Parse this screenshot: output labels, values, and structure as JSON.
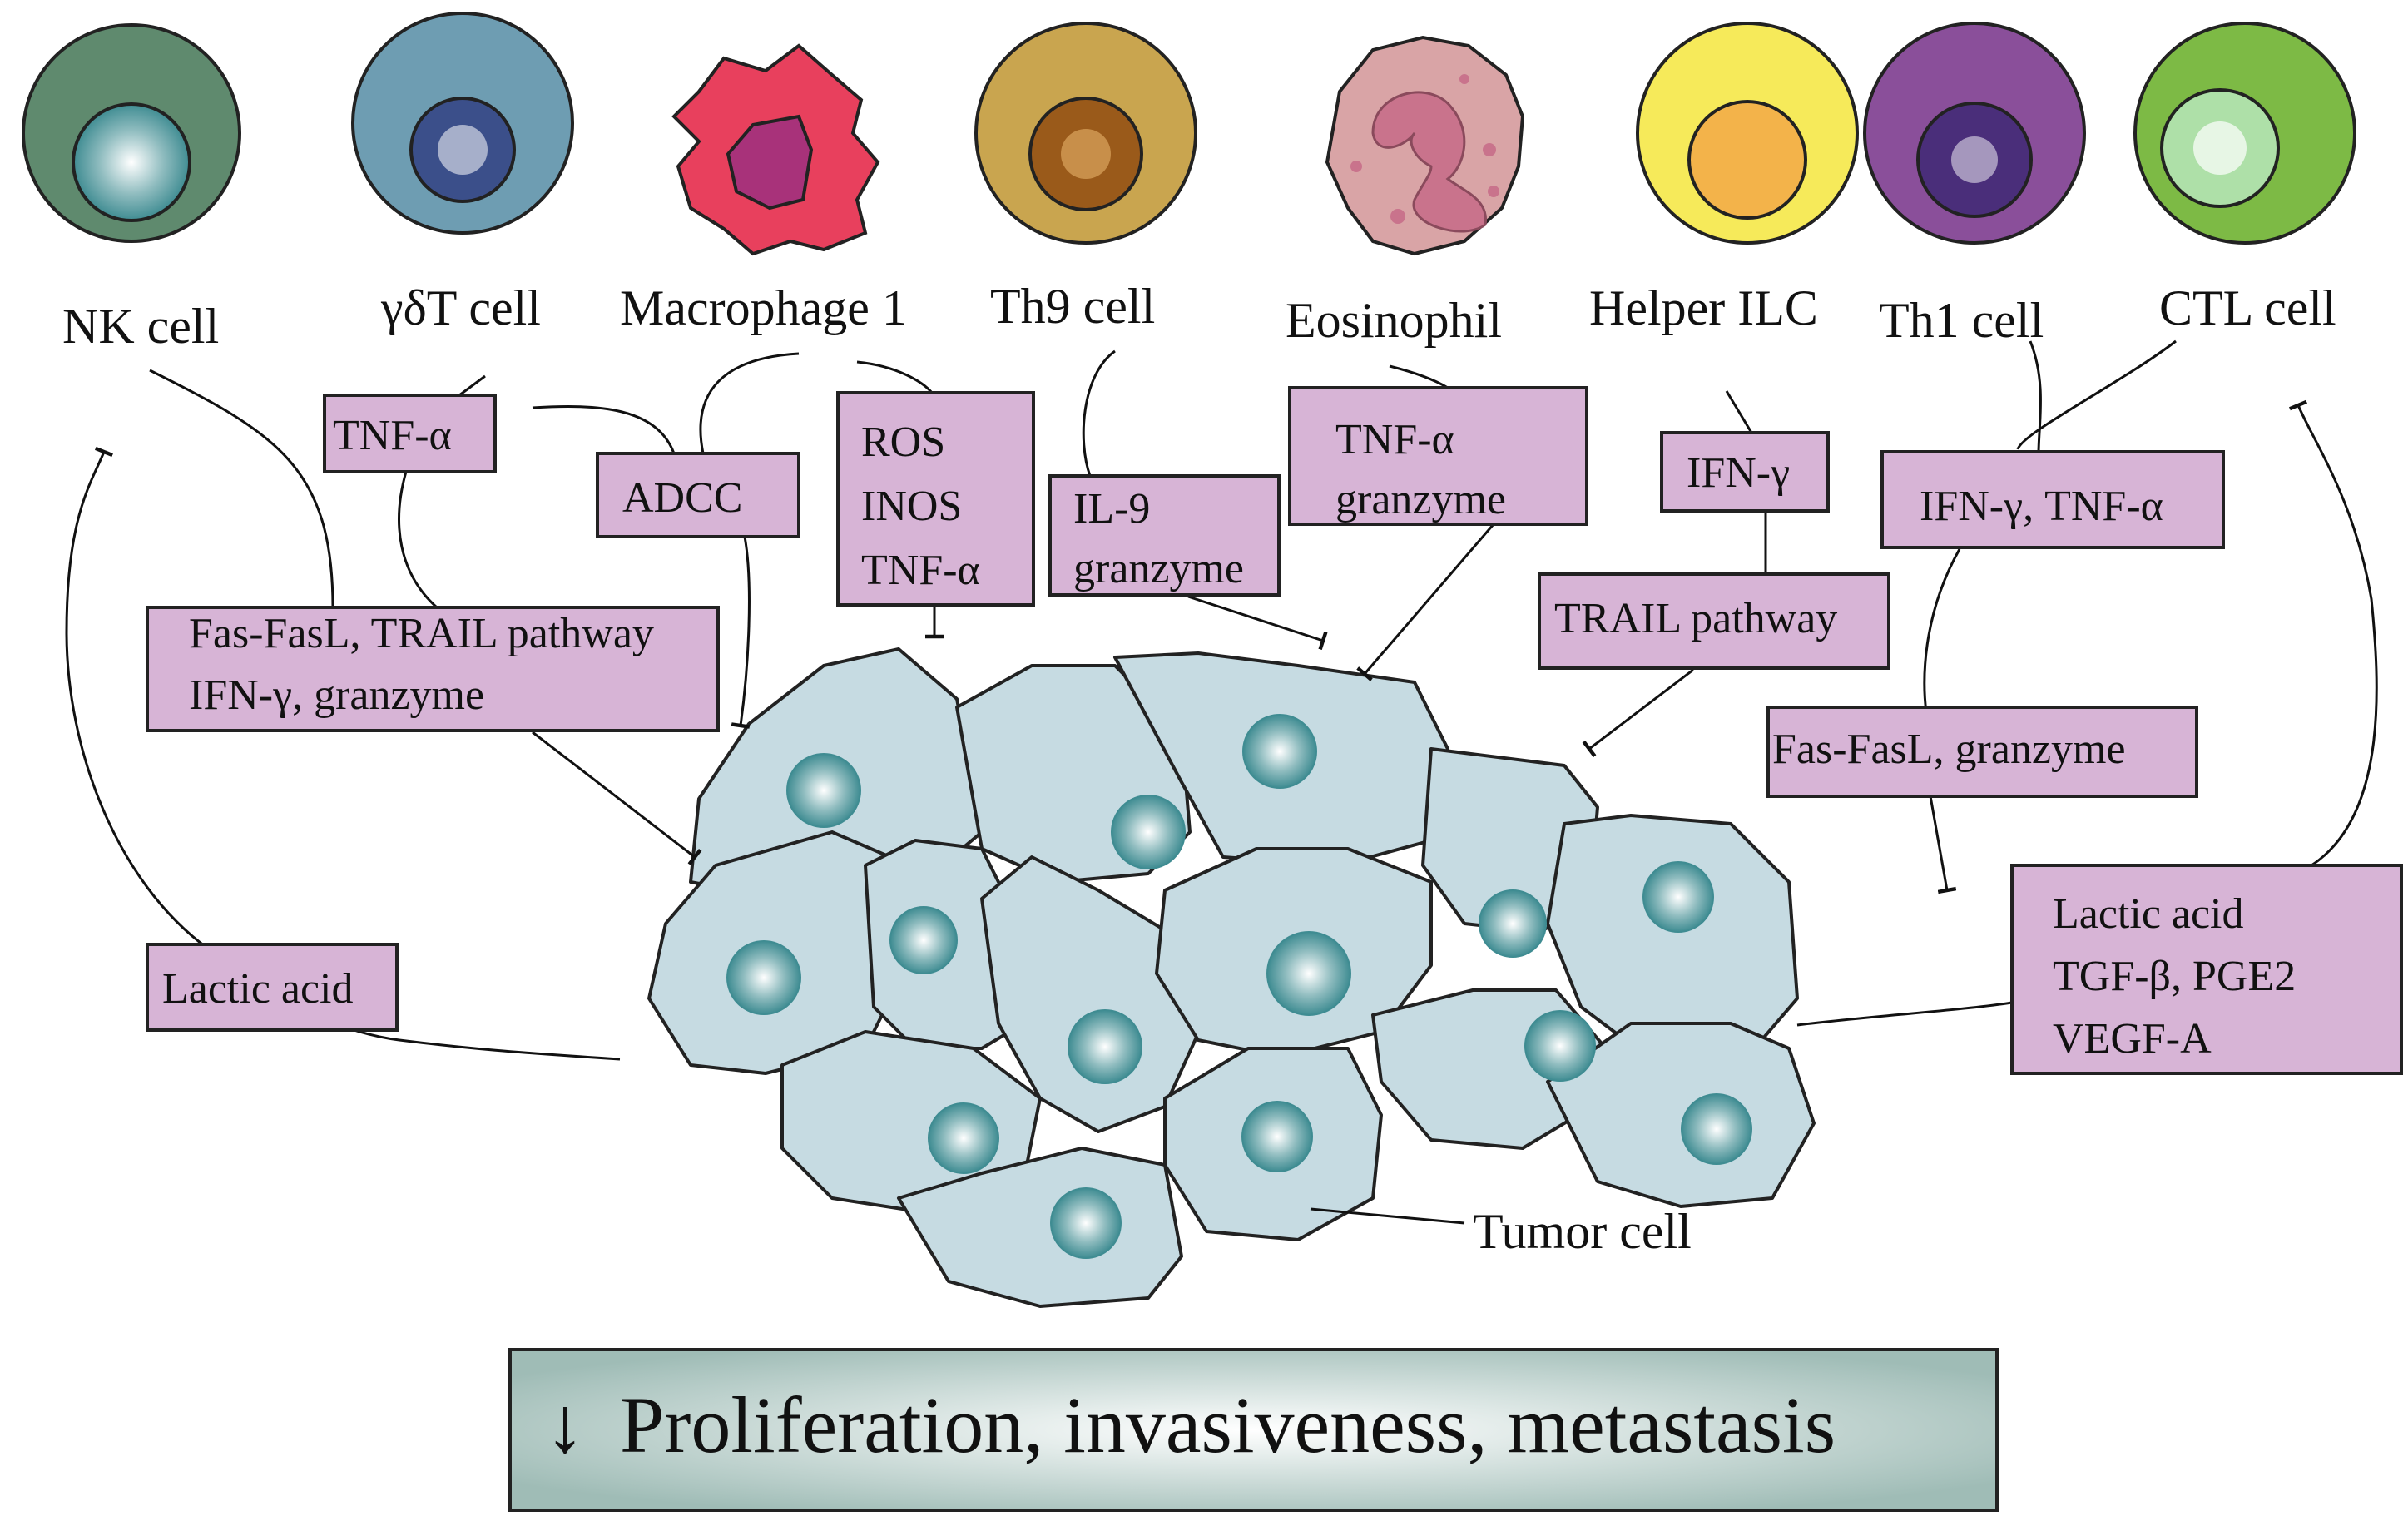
{
  "cells": [
    {
      "id": "nk",
      "label": "NK cell",
      "colors": {
        "body": "#5f8a6e",
        "nucleus": "#2f7d80"
      }
    },
    {
      "id": "gdt",
      "label": "γδT cell",
      "colors": {
        "body": "#6e9db2",
        "nucleus": "#3b4f8a"
      }
    },
    {
      "id": "mac",
      "label": "Macrophage 1",
      "colors": {
        "body": "#e8405d",
        "nucleus": "#a8327a"
      }
    },
    {
      "id": "th9",
      "label": "Th9 cell",
      "colors": {
        "body": "#c9a54f",
        "nucleus": "#9a5a1a"
      }
    },
    {
      "id": "eos",
      "label": "Eosinophil",
      "colors": {
        "body": "#d9a4a6",
        "nucleus": "#c9738c"
      }
    },
    {
      "id": "ilc",
      "label": "Helper ILC",
      "colors": {
        "body": "#f6ea5a",
        "nucleus": "#f3b34a"
      }
    },
    {
      "id": "th1",
      "label": "Th1 cell",
      "colors": {
        "body": "#8a4f9a",
        "nucleus": "#4a2e7a"
      }
    },
    {
      "id": "ctl",
      "label": "CTL cell",
      "colors": {
        "body": "#7dba45",
        "nucleus": "#aee0a8"
      }
    }
  ],
  "boxes": {
    "tnf1": [
      "TNF-α"
    ],
    "adcc": [
      "ADCC"
    ],
    "ros": [
      "ROS",
      "INOS",
      "TNF-α"
    ],
    "il9": [
      "IL-9",
      "granzyme"
    ],
    "tnfgranz": [
      "TNF-α",
      "granzyme"
    ],
    "ifng": [
      "IFN-γ"
    ],
    "ifntnf": [
      "IFN-γ, TNF-α"
    ],
    "trail": [
      "TRAIL pathway"
    ],
    "fasgranz": [
      "Fas-FasL,  granzyme"
    ],
    "fas": [
      "Fas-FasL, TRAIL pathway",
      "IFN-γ, granzyme"
    ],
    "lactic_left": [
      "Lactic acid"
    ],
    "lactic_right": [
      "Lactic acid",
      "TGF-β, PGE2",
      "VEGF-A"
    ]
  },
  "tumor_label": "Tumor cell",
  "banner": {
    "arrow": "↓",
    "text": "Proliferation, invasiveness, metastasis"
  },
  "colors": {
    "box_fill": "#d7b4d6",
    "tumor_fill": "#c6dbe2",
    "tumor_nucleus": "#3f8c92",
    "banner": "#9fbcb6"
  }
}
